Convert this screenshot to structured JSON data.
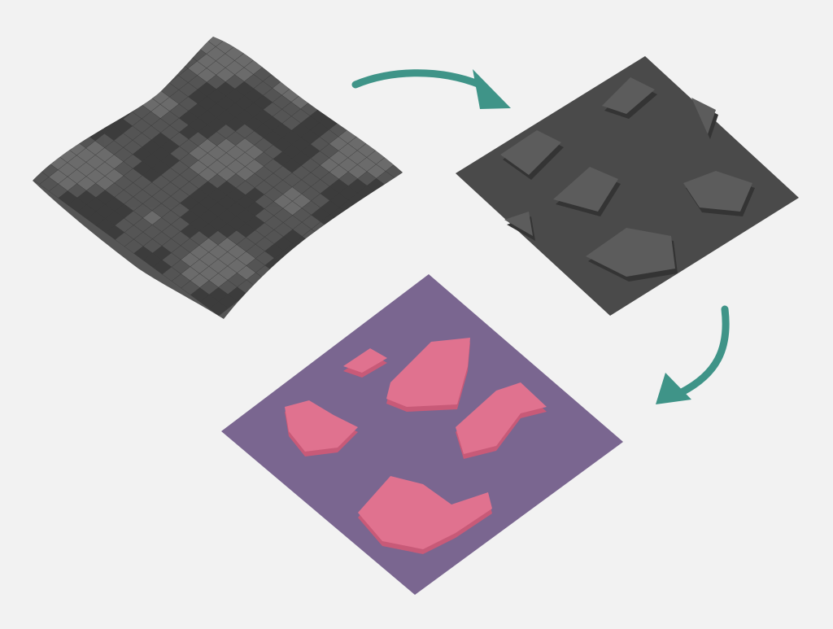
{
  "colors": {
    "background": "#f2f2f2",
    "noise_dark": "#3a3a3a",
    "noise_mid": "#555555",
    "noise_light": "#6e6e6e",
    "flat_base": "#4a4a4a",
    "flat_bump": "#5c5c5c",
    "flat_shadow": "#343434",
    "result_base": "#7a6690",
    "blob_fill": "#e0728f",
    "blob_light": "#ef9cb2",
    "blob_dark": "#c85a78",
    "arrow": "#3f9488"
  },
  "diagram": {
    "panels": [
      {
        "name": "noise-terrain"
      },
      {
        "name": "thresholded-terrain"
      },
      {
        "name": "extracted-blobs"
      }
    ],
    "arrows": [
      {
        "from": "noise-terrain",
        "to": "thresholded-terrain"
      },
      {
        "from": "thresholded-terrain",
        "to": "extracted-blobs"
      }
    ]
  }
}
